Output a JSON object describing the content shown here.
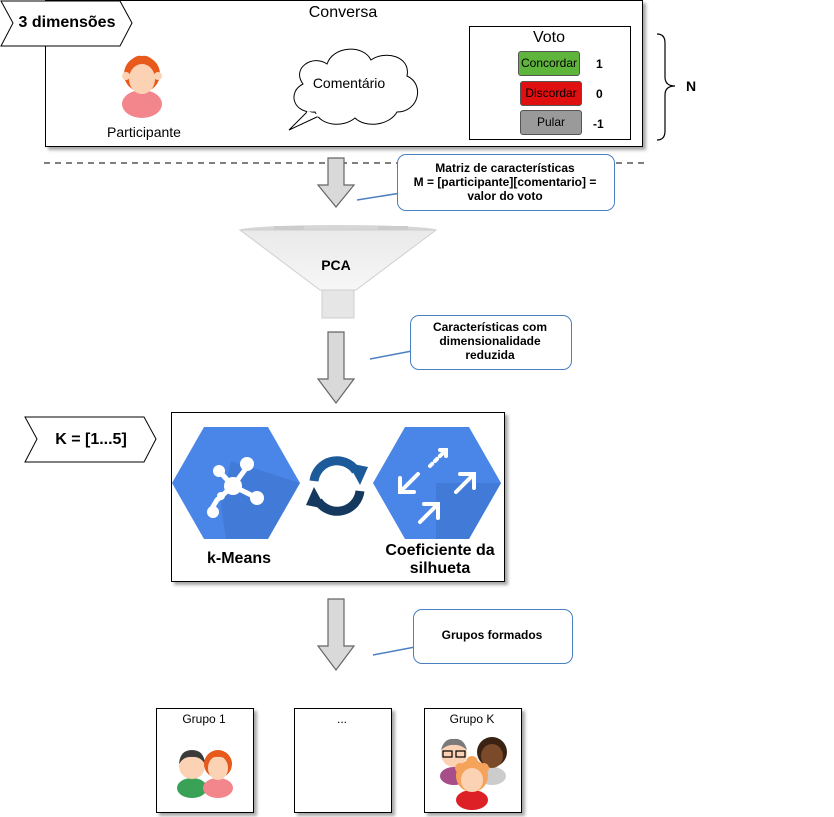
{
  "conversation": {
    "title": "Conversa",
    "participant_label": "Participante",
    "comment_label": "Comentário",
    "vote": {
      "title": "Voto",
      "options": [
        {
          "label": "Concordar",
          "value": "1",
          "color": "#5fb53b"
        },
        {
          "label": "Discordar",
          "value": "0",
          "color": "#e01010"
        },
        {
          "label": "Pular",
          "value": "-1",
          "color": "#9a9a9a"
        }
      ]
    },
    "repeat_label": "N"
  },
  "dimensions_tag": "3 dimensões",
  "callouts": {
    "matrix": [
      "Matriz de características",
      "M = [participante][comentario] =",
      "valor do voto"
    ],
    "reduced": [
      "Características com",
      "dimensionalidade",
      "reduzida"
    ],
    "groups_formed": "Grupos formados"
  },
  "pca_label": "PCA",
  "k_range": "K = [1...5]",
  "clustering": {
    "kmeans_label": "k-Means",
    "silhouette_label": [
      "Coeficiente da",
      "silhueta"
    ]
  },
  "groups": [
    {
      "label": "Grupo 1"
    },
    {
      "label": "..."
    },
    {
      "label": "Grupo K"
    }
  ],
  "colors": {
    "callout_border": "#4a7fc1",
    "gcp_blue": "#4a86e8",
    "arrow_fill": "#d9d9d9",
    "refresh_blue": "#1d5a99"
  }
}
